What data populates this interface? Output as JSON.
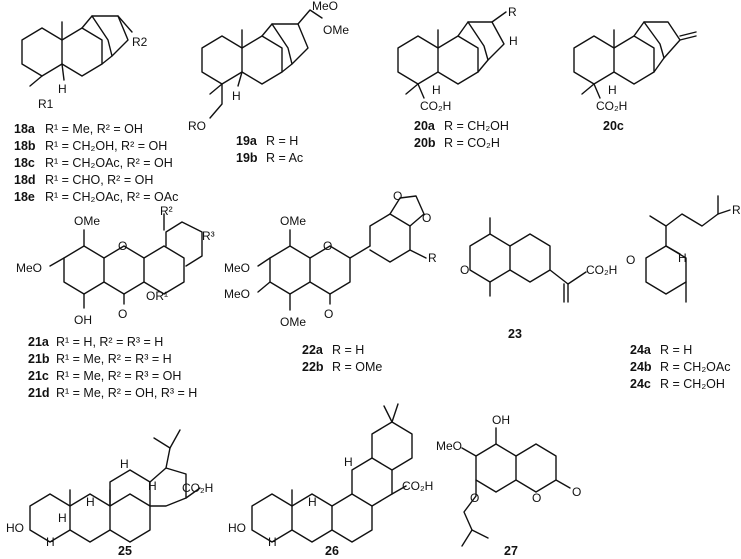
{
  "compounds": [
    {
      "id": "18",
      "atoms": [
        "R2",
        "H",
        "R1"
      ],
      "labels": [
        {
          "num": "18a",
          "text": "R¹ = Me, R² = OH"
        },
        {
          "num": "18b",
          "text": "R¹ = CH₂OH, R² = OH"
        },
        {
          "num": "18c",
          "text": "R¹ = CH₂OAc, R² = OH"
        },
        {
          "num": "18d",
          "text": "R¹ = CHO, R² = OH"
        },
        {
          "num": "18e",
          "text": "R¹ = CH₂OAc, R² = OAc"
        }
      ]
    },
    {
      "id": "19",
      "atoms": [
        "MeO",
        "OMe",
        "H",
        "RO"
      ],
      "labels": [
        {
          "num": "19a",
          "text": "R = H"
        },
        {
          "num": "19b",
          "text": "R = Ac"
        }
      ]
    },
    {
      "id": "20",
      "atoms": [
        "R",
        "H",
        "H",
        "CO₂H"
      ],
      "labels": [
        {
          "num": "20a",
          "text": "R = CH₂OH"
        },
        {
          "num": "20b",
          "text": "R = CO₂H"
        }
      ]
    },
    {
      "id": "20c",
      "atoms": [
        "H",
        "CO₂H"
      ],
      "labels": [
        {
          "num": "20c",
          "text": ""
        }
      ]
    },
    {
      "id": "21",
      "atoms": [
        "R²",
        "R³",
        "OMe",
        "MeO",
        "O",
        "OR¹",
        "OH",
        "O"
      ],
      "labels": [
        {
          "num": "21a",
          "text": "R¹ = H, R² = R³ = H"
        },
        {
          "num": "21b",
          "text": "R¹ = Me, R² = R³ = H"
        },
        {
          "num": "21c",
          "text": "R¹ = Me, R² = R³ = OH"
        },
        {
          "num": "21d",
          "text": "R¹ = Me, R² = OH, R³ = H"
        }
      ]
    },
    {
      "id": "22",
      "atoms": [
        "O",
        "O",
        "OMe",
        "MeO",
        "MeO",
        "O",
        "R",
        "OMe",
        "O"
      ],
      "labels": [
        {
          "num": "22a",
          "text": "R = H"
        },
        {
          "num": "22b",
          "text": "R = OMe"
        }
      ]
    },
    {
      "id": "23",
      "atoms": [
        "O",
        "CO₂H"
      ],
      "labels": [
        {
          "num": "23",
          "text": ""
        }
      ]
    },
    {
      "id": "24",
      "atoms": [
        "R",
        "O",
        "H"
      ],
      "labels": [
        {
          "num": "24a",
          "text": "R = H"
        },
        {
          "num": "24b",
          "text": "R = CH₂OAc"
        },
        {
          "num": "24c",
          "text": "R = CH₂OH"
        }
      ]
    },
    {
      "id": "25",
      "atoms": [
        "H",
        "H",
        "H",
        "CO₂H",
        "H",
        "HO",
        "H"
      ],
      "labels": [
        {
          "num": "25",
          "text": ""
        }
      ]
    },
    {
      "id": "26",
      "atoms": [
        "H",
        "CO₂H",
        "H",
        "HO",
        "H"
      ],
      "labels": [
        {
          "num": "26",
          "text": ""
        }
      ]
    },
    {
      "id": "27",
      "atoms": [
        "OH",
        "MeO",
        "O",
        "O",
        "O"
      ],
      "labels": [
        {
          "num": "27",
          "text": ""
        }
      ]
    }
  ]
}
